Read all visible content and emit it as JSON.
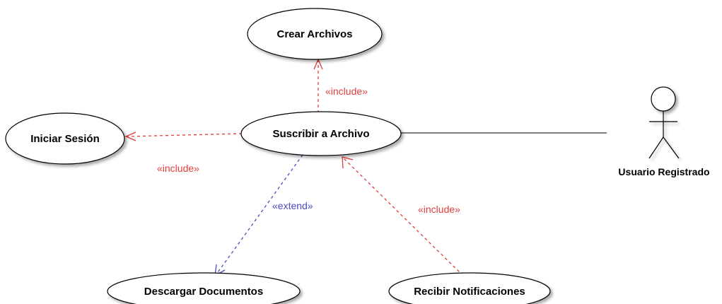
{
  "diagram": {
    "use_cases": {
      "crear_archivos": "Crear Archivos",
      "iniciar_sesion": "Iniciar Sesión",
      "suscribir_archivo": "Suscribir a Archivo",
      "descargar_documentos": "Descargar Documentos",
      "recibir_notificaciones": "Recibir Notificaciones"
    },
    "actor": {
      "name": "Usuario Registrado"
    },
    "relations": {
      "include_crear": "«include»",
      "include_iniciar": "«include»",
      "extend_descargar": "«extend»",
      "include_recibir": "«include»"
    },
    "colors": {
      "include": "#e03b3b",
      "extend": "#4b4bc0",
      "stroke": "#000000",
      "association": "#555555"
    }
  }
}
